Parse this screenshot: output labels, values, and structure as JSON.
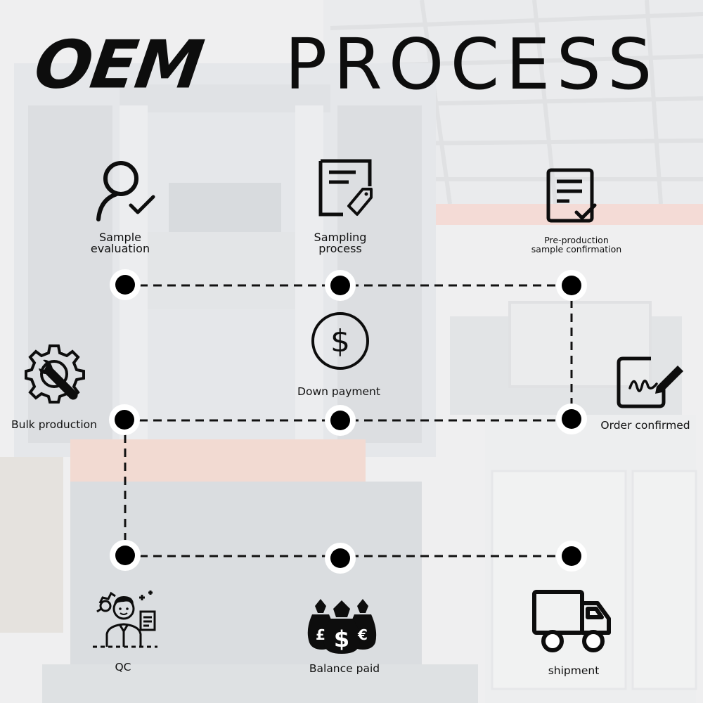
{
  "header": {
    "title_brand": "OEM",
    "title_word": "PROCESS"
  },
  "steps": [
    {
      "label_line1": "Sample",
      "label_line2": "evaluation",
      "icon": "person-check-icon"
    },
    {
      "label_line1": "Sampling",
      "label_line2": "process",
      "icon": "document-tag-icon"
    },
    {
      "label_line1": "Pre-production",
      "label_line2": "sample confirmation",
      "icon": "document-check-icon"
    },
    {
      "label": "Down payment",
      "icon": "dollar-circle-icon"
    },
    {
      "label": "Order confirmed",
      "icon": "signature-pen-icon"
    },
    {
      "label": "Bulk production",
      "icon": "gear-wrench-icon"
    },
    {
      "label": "QC",
      "icon": "inspector-icon"
    },
    {
      "label": "Balance paid",
      "icon": "money-bags-icon"
    },
    {
      "label": "shipment",
      "icon": "truck-icon"
    }
  ],
  "colors": {
    "ink": "#0d0d0d",
    "node_ring": "#ffffff",
    "connector": "#111111"
  }
}
